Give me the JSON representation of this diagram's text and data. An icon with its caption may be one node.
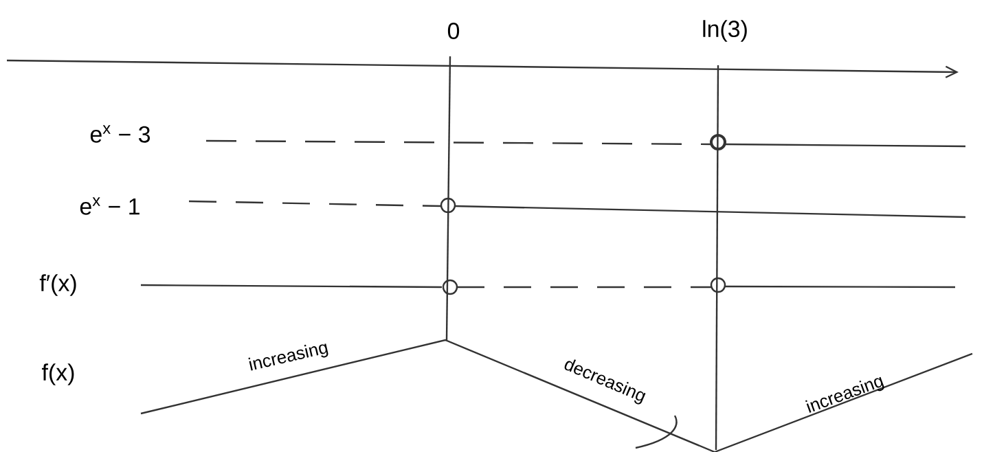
{
  "diagram": {
    "labels": [
      "0",
      "ln(3)",
      "e$^{x}$ − 3",
      "e$^{x}$ − 1",
      "f′(x)",
      "f(x)",
      "increasing",
      "decreasing",
      "increasing"
    ]
  }
}
